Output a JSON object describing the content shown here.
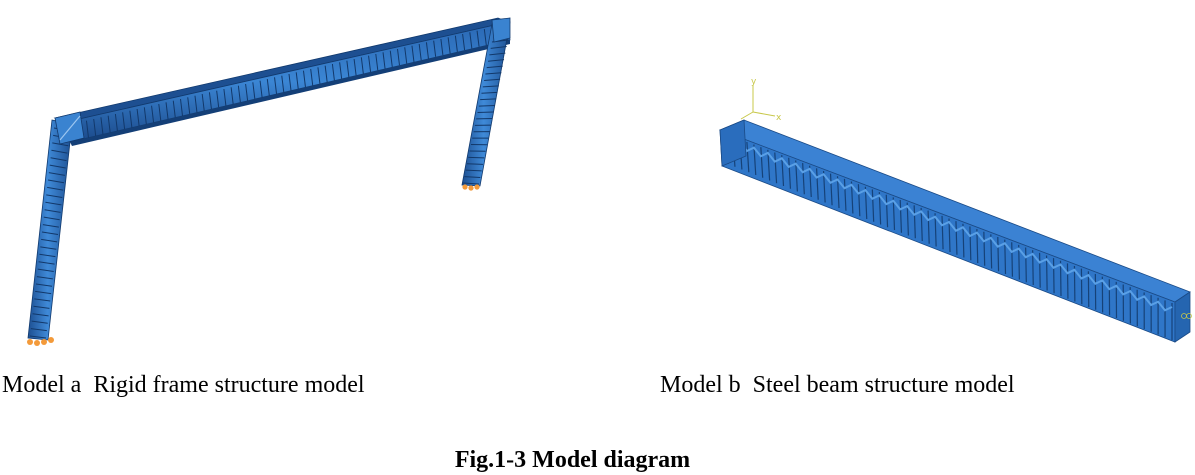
{
  "model_a": {
    "caption": "Model a  Rigid frame structure model"
  },
  "model_b": {
    "caption": "Model b  Steel beam structure model",
    "triad": {
      "y_label": "y",
      "x_label": "x"
    }
  },
  "figure": {
    "caption": "Fig.1-3 Model diagram"
  },
  "colors": {
    "steel_main": "#2f76c8",
    "steel_dark": "#1d4f91",
    "steel_light": "#5aa0e6",
    "support": "#f39a3a",
    "triad": "#c8c84a"
  }
}
